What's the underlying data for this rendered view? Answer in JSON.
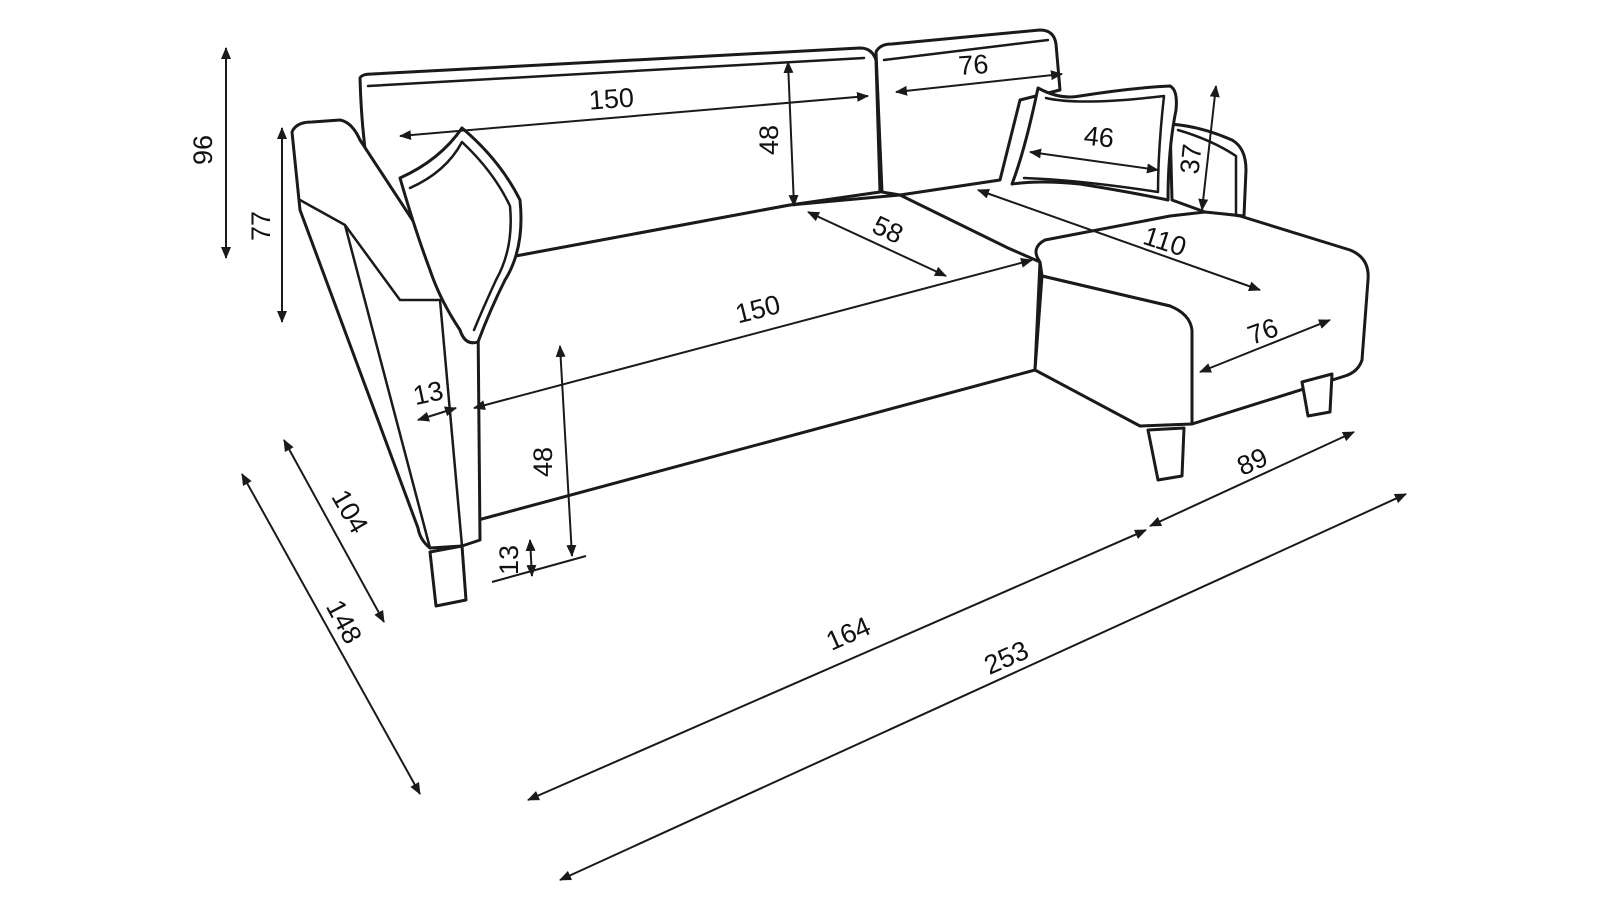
{
  "diagram": {
    "subject": "corner sofa with chaise",
    "line_color": "#1a1a1a",
    "background": "#ffffff",
    "dimensions": {
      "overall_height": "96",
      "armrest_height": "77",
      "back_cushion_width": "150",
      "back_cushion_height": "48",
      "corner_cushion_width": "76",
      "small_pillow_width": "46",
      "small_pillow_height": "37",
      "seat_depth": "58",
      "chaise_length": "110",
      "seat_width": "150",
      "chaise_width": "76",
      "armrest_width": "13",
      "seat_height": "48",
      "leg_height": "13",
      "chaise_front": "89",
      "depth_104": "104",
      "depth_148": "148",
      "main_length": "164",
      "total_length": "253"
    }
  }
}
